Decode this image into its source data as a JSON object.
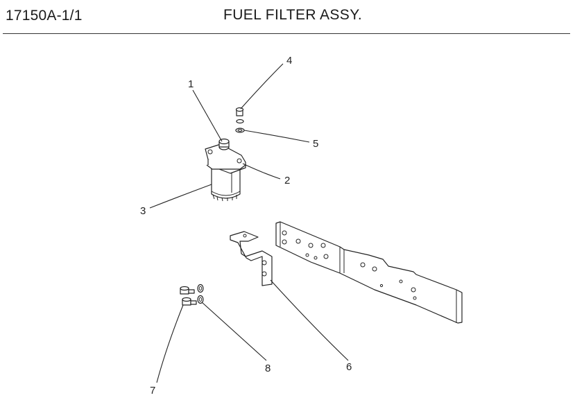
{
  "header": {
    "doc_code": "17150A-1/1",
    "title": "FUEL FILTER ASSY."
  },
  "callouts": [
    "1",
    "2",
    "3",
    "4",
    "5",
    "6",
    "7",
    "8"
  ]
}
